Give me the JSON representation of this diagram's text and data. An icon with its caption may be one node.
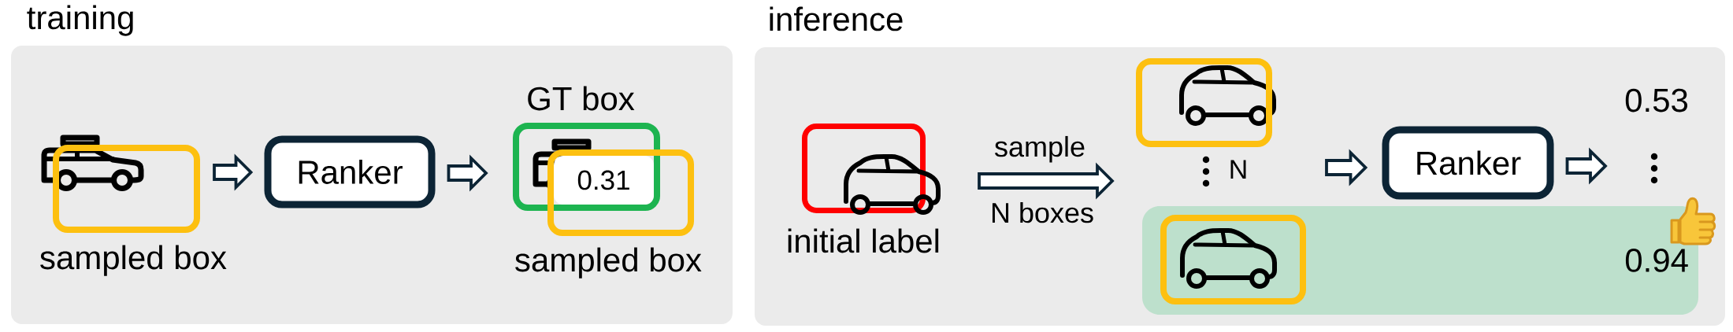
{
  "diagram": {
    "nodes": [
      {
        "text": [
          "training"
        ]
      },
      {
        "text": [
          "sampled box"
        ],
        "in": 0
      },
      {
        "text": [
          "Ranker"
        ],
        "in": 0
      },
      {
        "text": [
          "GT box"
        ],
        "in": 0
      },
      {
        "text": [
          "0.31"
        ]
      },
      {
        "text": [
          "sampled box"
        ],
        "in": 0
      },
      {
        "text": [
          "inference"
        ]
      },
      {
        "text": [
          "initial label"
        ],
        "in": 6
      },
      {
        "text": [],
        "shape": "box",
        "in": 6
      },
      {
        "text": [
          "0.94"
        ],
        "in": 6
      },
      {
        "text": [],
        "shape": "box",
        "in": 9
      },
      {
        "text": [
          "Ranker"
        ],
        "in": 6
      }
    ],
    "edges": [
      {
        "from": 1,
        "to": 2,
        "arrow": "to"
      },
      {
        "from": 2,
        "to": 3,
        "arrow": "to"
      },
      {
        "from": 7,
        "to": null,
        "arrow": "to",
        "label": "sample"
      },
      {
        "from": null,
        "to": 11,
        "arrow": "to"
      },
      {
        "from": 11,
        "to": null,
        "arrow": "to"
      }
    ],
    "labels": [
      "N boxes",
      "N",
      "0.53"
    ]
  }
}
